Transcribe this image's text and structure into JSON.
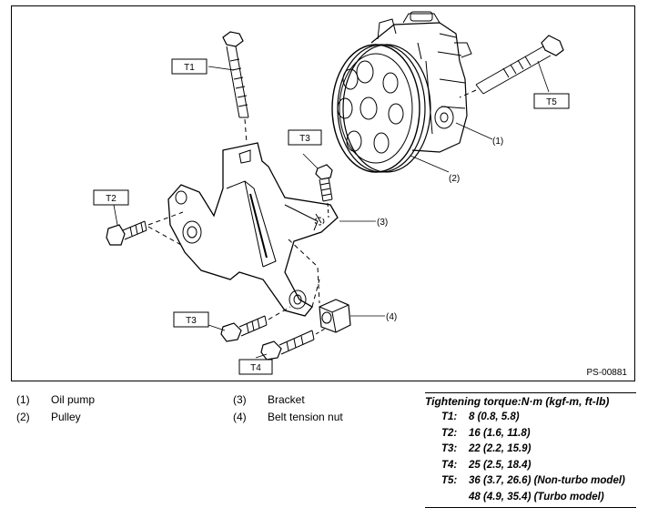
{
  "callouts": {
    "t1": "T1",
    "t2": "T2",
    "t3a": "T3",
    "t3b": "T3",
    "t4": "T4",
    "t5": "T5",
    "n1": "(1)",
    "n2": "(2)",
    "n3": "(3)",
    "n4": "(4)"
  },
  "figure_id": "PS-00881",
  "legend": [
    {
      "num": "(1)",
      "text": "Oil pump"
    },
    {
      "num": "(2)",
      "text": "Pulley"
    },
    {
      "num": "(3)",
      "text": "Bracket"
    },
    {
      "num": "(4)",
      "text": "Belt tension nut"
    }
  ],
  "torque": {
    "title": "Tightening torque:N·m (kgf-m, ft-lb)",
    "rows": [
      {
        "key": "T1:",
        "value": "8 (0.8, 5.8)"
      },
      {
        "key": "T2:",
        "value": "16 (1.6, 11.8)"
      },
      {
        "key": "T3:",
        "value": "22 (2.2, 15.9)"
      },
      {
        "key": "T4:",
        "value": "25 (2.5, 18.4)"
      },
      {
        "key": "T5:",
        "value": "36 (3.7, 26.6) (Non-turbo model)"
      },
      {
        "key": "",
        "value": "48 (4.9, 35.4) (Turbo model)"
      }
    ]
  }
}
